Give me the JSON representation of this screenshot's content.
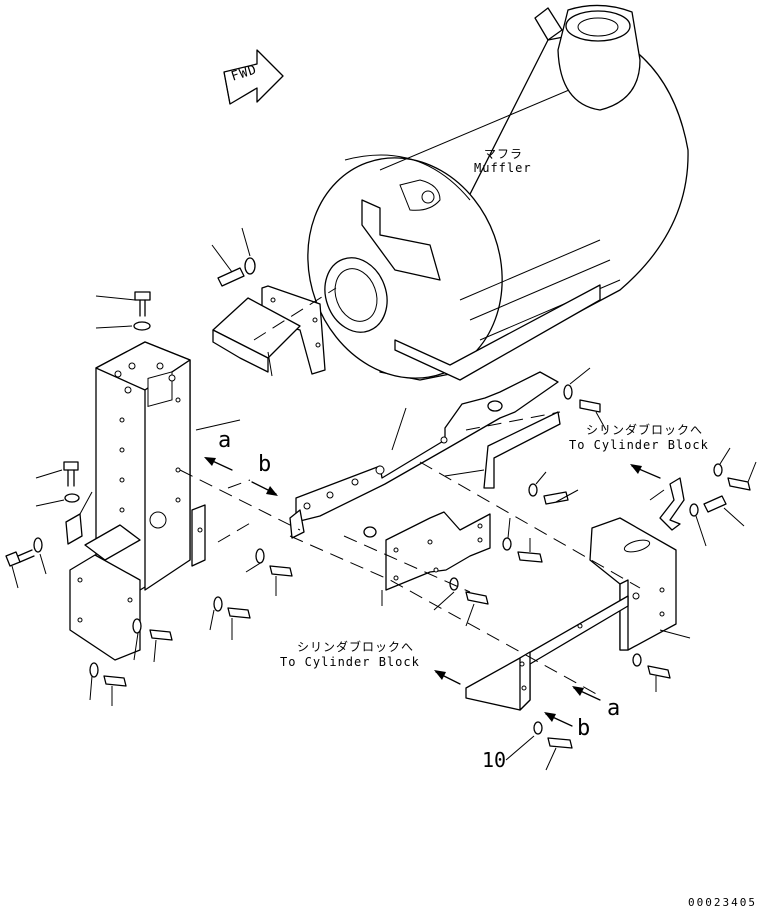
{
  "direction_arrow": {
    "label": "FWD"
  },
  "muffler": {
    "label_ja": "マフラ",
    "label_en": "Muffler"
  },
  "cylinder_block_right": {
    "label_ja": "シリンダブロックへ",
    "label_en": "To Cylinder Block"
  },
  "cylinder_block_bottom": {
    "label_ja": "シリンダブロックへ",
    "label_en": "To Cylinder Block"
  },
  "reference_letters": {
    "a_left": "a",
    "b_left": "b",
    "a_right": "a",
    "b_right": "b"
  },
  "part_number": "10",
  "drawing_id": "00023405"
}
